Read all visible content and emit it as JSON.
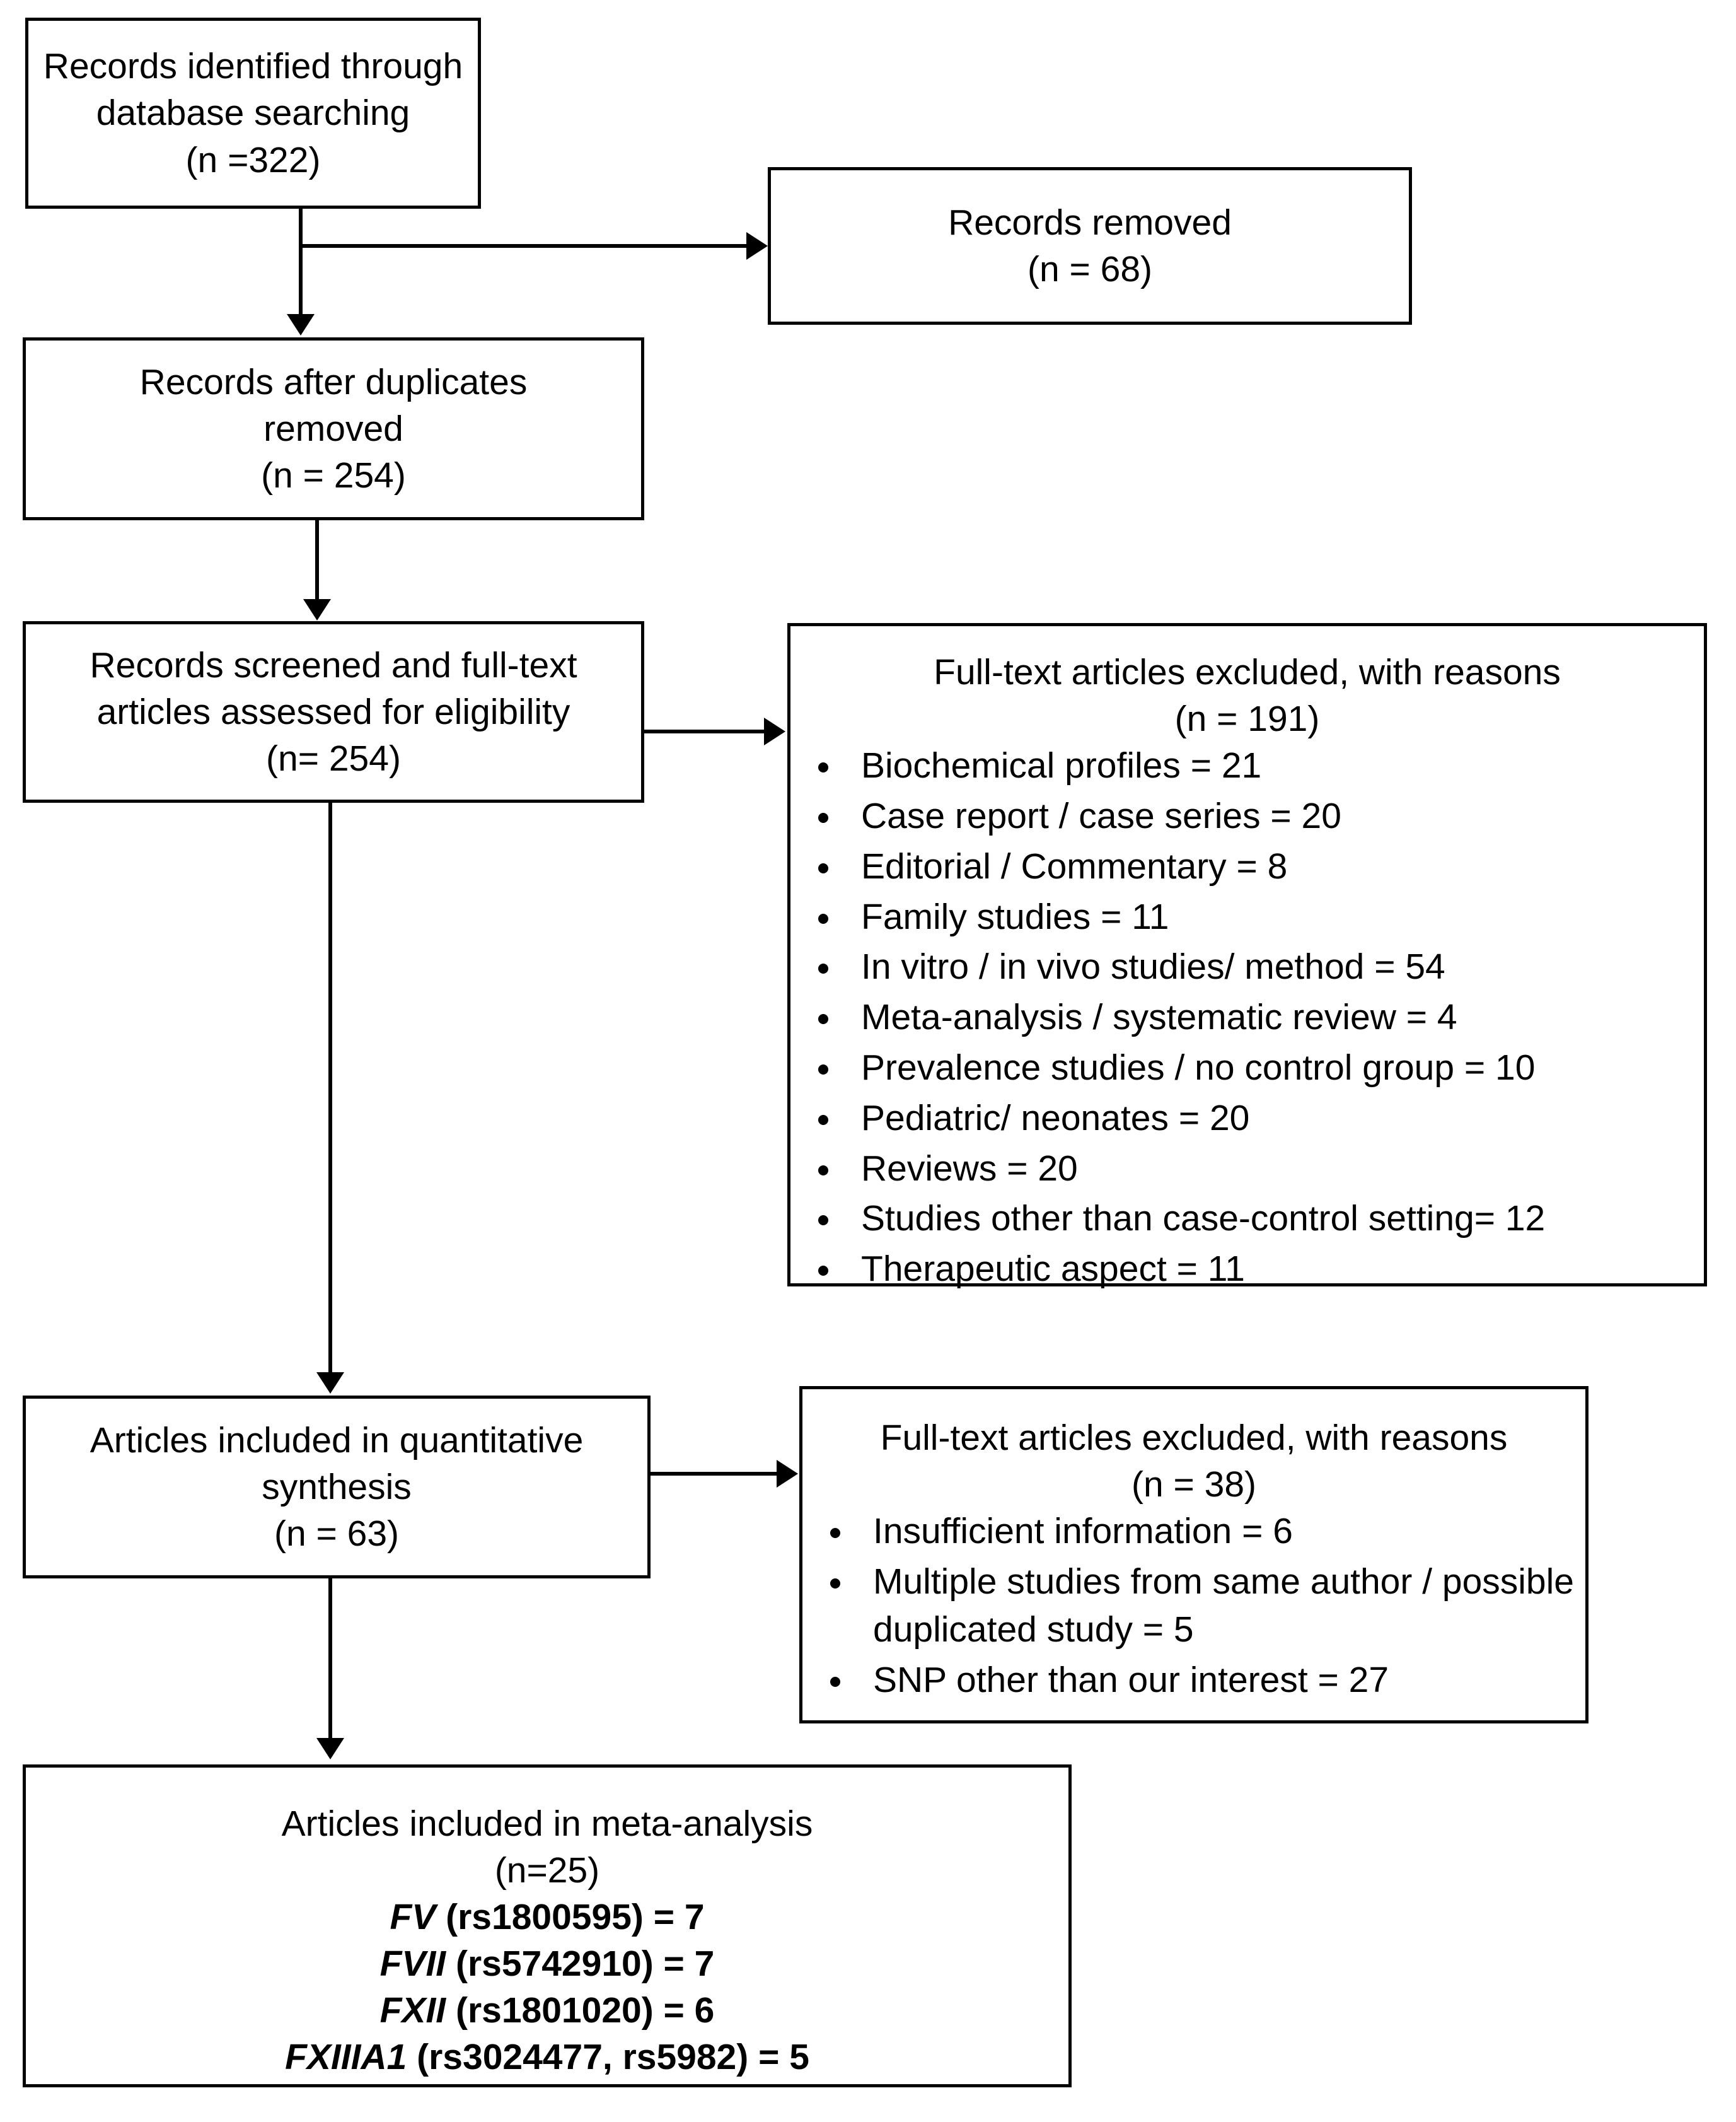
{
  "diagram": {
    "title": "PRISMA study selection flow diagram",
    "colors": {
      "stroke": "#000000",
      "fill": "#ffffff",
      "text": "#000000"
    },
    "identification": {
      "records_identified": {
        "line1": "Records identified through",
        "line2": "database searching",
        "line3": "(n =322)"
      },
      "records_removed": {
        "line1": "Records removed",
        "line2": "(n = 68)"
      }
    },
    "screening": {
      "records_after_duplicates": {
        "line1": "Records after duplicates",
        "line2": "removed",
        "line3": "(n = 254)"
      },
      "records_screened": {
        "line1": "Records screened and full-text",
        "line2": "articles assessed for eligibility",
        "line3": "(n= 254)"
      }
    },
    "eligibility": {
      "excluded_191": {
        "heading_line1": "Full-text articles excluded, with reasons",
        "heading_line2": "(n = 191)",
        "reasons": [
          "Biochemical profiles = 21",
          "Case report / case series = 20",
          "Editorial / Commentary = 8",
          "Family studies = 11",
          "In vitro / in vivo studies/ method = 54",
          "Meta-analysis / systematic review = 4",
          "Prevalence studies / no control group = 10",
          "Pediatric/ neonates = 20",
          "Reviews = 20",
          "Studies other than case-control setting= 12",
          "Therapeutic aspect = 11"
        ]
      }
    },
    "included": {
      "quantitative_synthesis": {
        "line1": "Articles included in quantitative",
        "line2": "synthesis",
        "line3": "(n = 63)"
      },
      "excluded_38": {
        "heading_line1": "Full-text articles excluded, with reasons",
        "heading_line2": "(n = 38)",
        "reasons": [
          "Insufficient information = 6",
          "Multiple studies from same author / possible duplicated study = 5",
          "SNP other than our interest = 27"
        ]
      },
      "meta_analysis": {
        "line1": "Articles included in meta-analysis",
        "line2": "(n=25)",
        "genes": [
          {
            "gene": "FV",
            "detail": " (rs1800595) = 7"
          },
          {
            "gene": "FVII",
            "detail": " (rs5742910) = 7"
          },
          {
            "gene": "FXII",
            "detail": " (rs1801020) = 6"
          },
          {
            "gene": "FXIIIA1",
            "detail": " (rs3024477, rs5982) = 5"
          }
        ]
      }
    }
  }
}
